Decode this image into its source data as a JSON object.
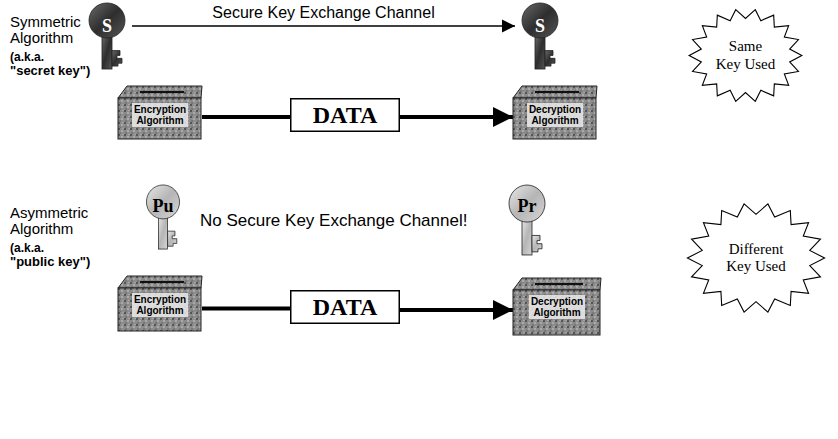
{
  "diagram": {
    "nodes": [
      {
        "text": [
          "S"
        ]
      },
      {
        "text": [
          "S"
        ]
      },
      {
        "text": [
          "Same Key Used"
        ]
      },
      {
        "text": [
          "Encryption Algorithm"
        ]
      },
      {
        "text": [
          "DATA"
        ]
      },
      {
        "text": [
          "Decryption Algorithm"
        ]
      },
      {
        "text": [
          "Pu"
        ]
      },
      {
        "text": [
          "Pr"
        ]
      },
      {
        "text": [
          "Different Key Used"
        ]
      },
      {
        "text": [
          "Encryption Algorithm"
        ]
      },
      {
        "text": [
          "DATA"
        ]
      },
      {
        "text": [
          "Decryption Algorithm"
        ]
      }
    ],
    "edges": [
      {
        "from": 0,
        "to": 1,
        "arrow": "to",
        "label": "Secure Key Exchange Channel"
      },
      {
        "from": 3,
        "to": 4,
        "arrow": "none"
      },
      {
        "from": 4,
        "to": 5,
        "arrow": "to"
      },
      {
        "from": 9,
        "to": 10,
        "arrow": "none"
      },
      {
        "from": 10,
        "to": 11,
        "arrow": "to"
      }
    ],
    "labels": [
      "Symmetric Algorithm",
      "(a.k.a.",
      "\"secret key\")",
      "Asymmetric Algorithm",
      "(a.k.a.",
      "\"public key\")",
      "No Secure Key Exchange Channel!"
    ]
  }
}
